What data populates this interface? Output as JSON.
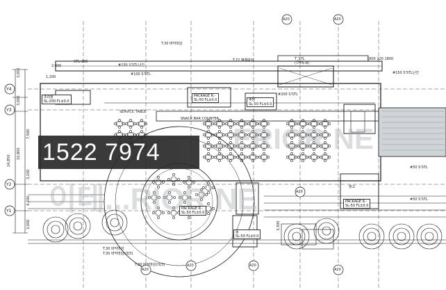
{
  "banner": {
    "phone": "1522 7974"
  },
  "watermark": {
    "top": "...ERIOR NE",
    "bottom": "이테...RIOR NE"
  },
  "rooms": {
    "package_r_top": "PACKAGE R.-",
    "package_r_top_sub": "SL-50 FL±0.0",
    "package_r_mid": "PACKAGE R.-",
    "package_r_mid_sub": "SL-50 FL±0.0",
    "package_r_right": "PACKAGE R.-",
    "package_r_right_sub": "SL-50 FL±0.0",
    "left_room": "조리장",
    "left_room_sub": "SL-200 FL±0.0",
    "center_room": "주방",
    "center_room_sub": "SL-50 FL±0.0",
    "bottom_room": "홀",
    "bottom_room_sub": "SL-50 FL±0.0",
    "storage": "창고",
    "snack_bar": "SNACK BAR COUNTER",
    "service_table": "SERVICE TABLE"
  },
  "notes": {
    "t_stl": "T_STL",
    "stl_type": "(TYPE-B)",
    "stl_150": "#150 S'STL난간",
    "stl_100": "#100 S'STL",
    "stl_200": "#200 S'STL",
    "stl_150_right": "#150 S'STL난간",
    "t300": "T.30 바닥마감",
    "t72": "T.72 벽체마감",
    "note_top_right": "1800 220 1800",
    "note_right_1": "#50 S'STL",
    "note_right_2": "#50 S'STL",
    "note_bottom_1": "T.30 바닥마감",
    "note_bottom_2": "T.30 바닥마감(데크)",
    "note_bottom_3": "T.30 바닥마감(데크)",
    "dim_3050": "3,050",
    "dim_3000": "3,000",
    "dim_7500": "7,500",
    "dim_10800": "10,800",
    "dim_24850": "24,850",
    "dim_3200": "3,200",
    "dim_4200": "4,200",
    "dim_3000b": "3,000",
    "dim_3300": "3,300",
    "top_left_note": "2,000",
    "note_1": "1,200",
    "note_2": "STL-300"
  },
  "axes": {
    "y4": "Y4",
    "y3": "Y3",
    "y2": "Y2",
    "y1": "Y1",
    "a1": "A20",
    "a2": "A20",
    "a3": "A20",
    "a4": "A20",
    "a5": "A20",
    "a6": "A20",
    "a7": "A20"
  }
}
